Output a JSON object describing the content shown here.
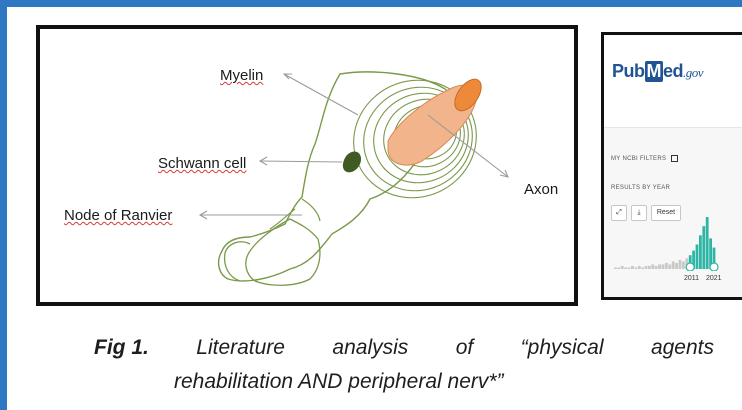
{
  "figure": {
    "labels": {
      "myelin": "Myelin",
      "schwann": "Schwann cell",
      "axon": "Axon",
      "node": "Node of Ranvier"
    }
  },
  "pubmed": {
    "logo_pub": "Pub",
    "logo_m": "M",
    "logo_ed": "ed",
    "logo_gov": ".gov",
    "filters_label": "MY NCBI FILTERS",
    "results_label": "RESULTS BY YEAR",
    "expand_icon": "expand-icon",
    "download_icon": "download-icon",
    "reset_label": "Reset",
    "year_start": "2011",
    "year_end": "2021",
    "bars": [
      1,
      1,
      2,
      1,
      1,
      2,
      1,
      2,
      1,
      2,
      2,
      3,
      2,
      3,
      3,
      4,
      3,
      5,
      4,
      6,
      5,
      7,
      9,
      12,
      16,
      22,
      28,
      34,
      20,
      14
    ]
  },
  "caption": {
    "fig": "Fig 1.",
    "w1": "Literature",
    "w2": "analysis",
    "w3": "of",
    "w4": "“physical",
    "w5": "agents",
    "line2": "rehabilitation AND peripheral nerv*”"
  },
  "colors": {
    "border_blue": "#2f78c2",
    "nerve_green": "#7a9a4a",
    "axon_orange": "#f0a878",
    "schwann_dark": "#3f5a22",
    "pubmed_blue": "#205493",
    "teal": "#2fb5a6"
  }
}
